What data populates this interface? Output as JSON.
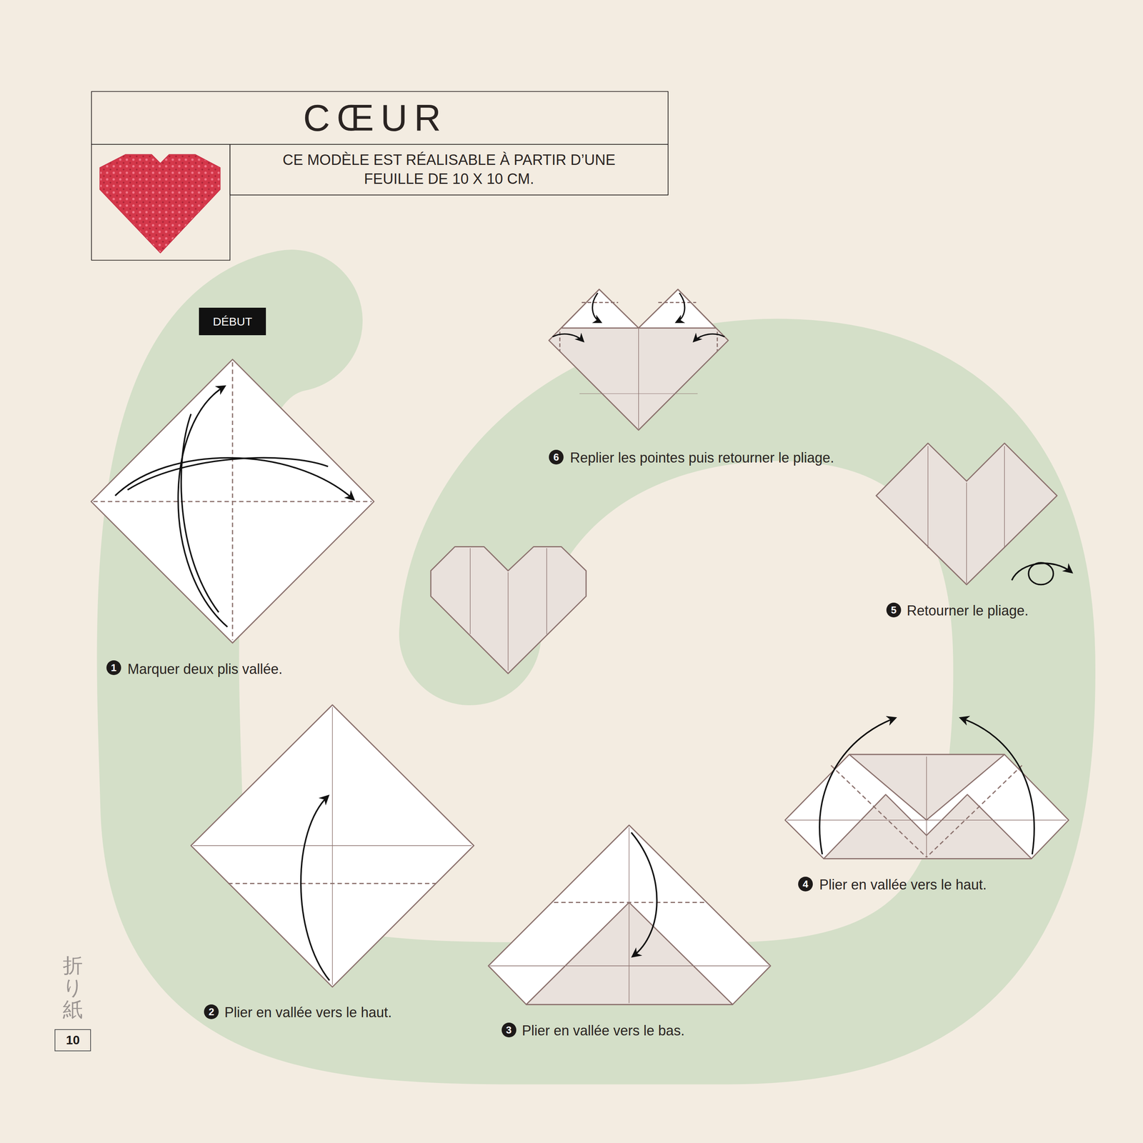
{
  "diagram": {
    "title": "CŒUR",
    "nodes": [
      {
        "text": [
          "CE MODÈLE EST RÉALISABLE À PARTIR D’UNE FEUILLE DE 10 X 10 CM."
        ]
      },
      {
        "text": [
          "DÉBUT"
        ]
      },
      {
        "text": [
          "10"
        ]
      }
    ],
    "labels": [
      "1",
      "Marquer deux plis vallée.",
      "2",
      "Plier en vallée vers le haut.",
      "3",
      "Plier en vallée vers le bas.",
      "4",
      "Plier en vallée vers le haut.",
      "5",
      "Retourner le pliage.",
      "6",
      "Replier les pointes puis retourner le pliage.",
      "折り紙"
    ]
  }
}
